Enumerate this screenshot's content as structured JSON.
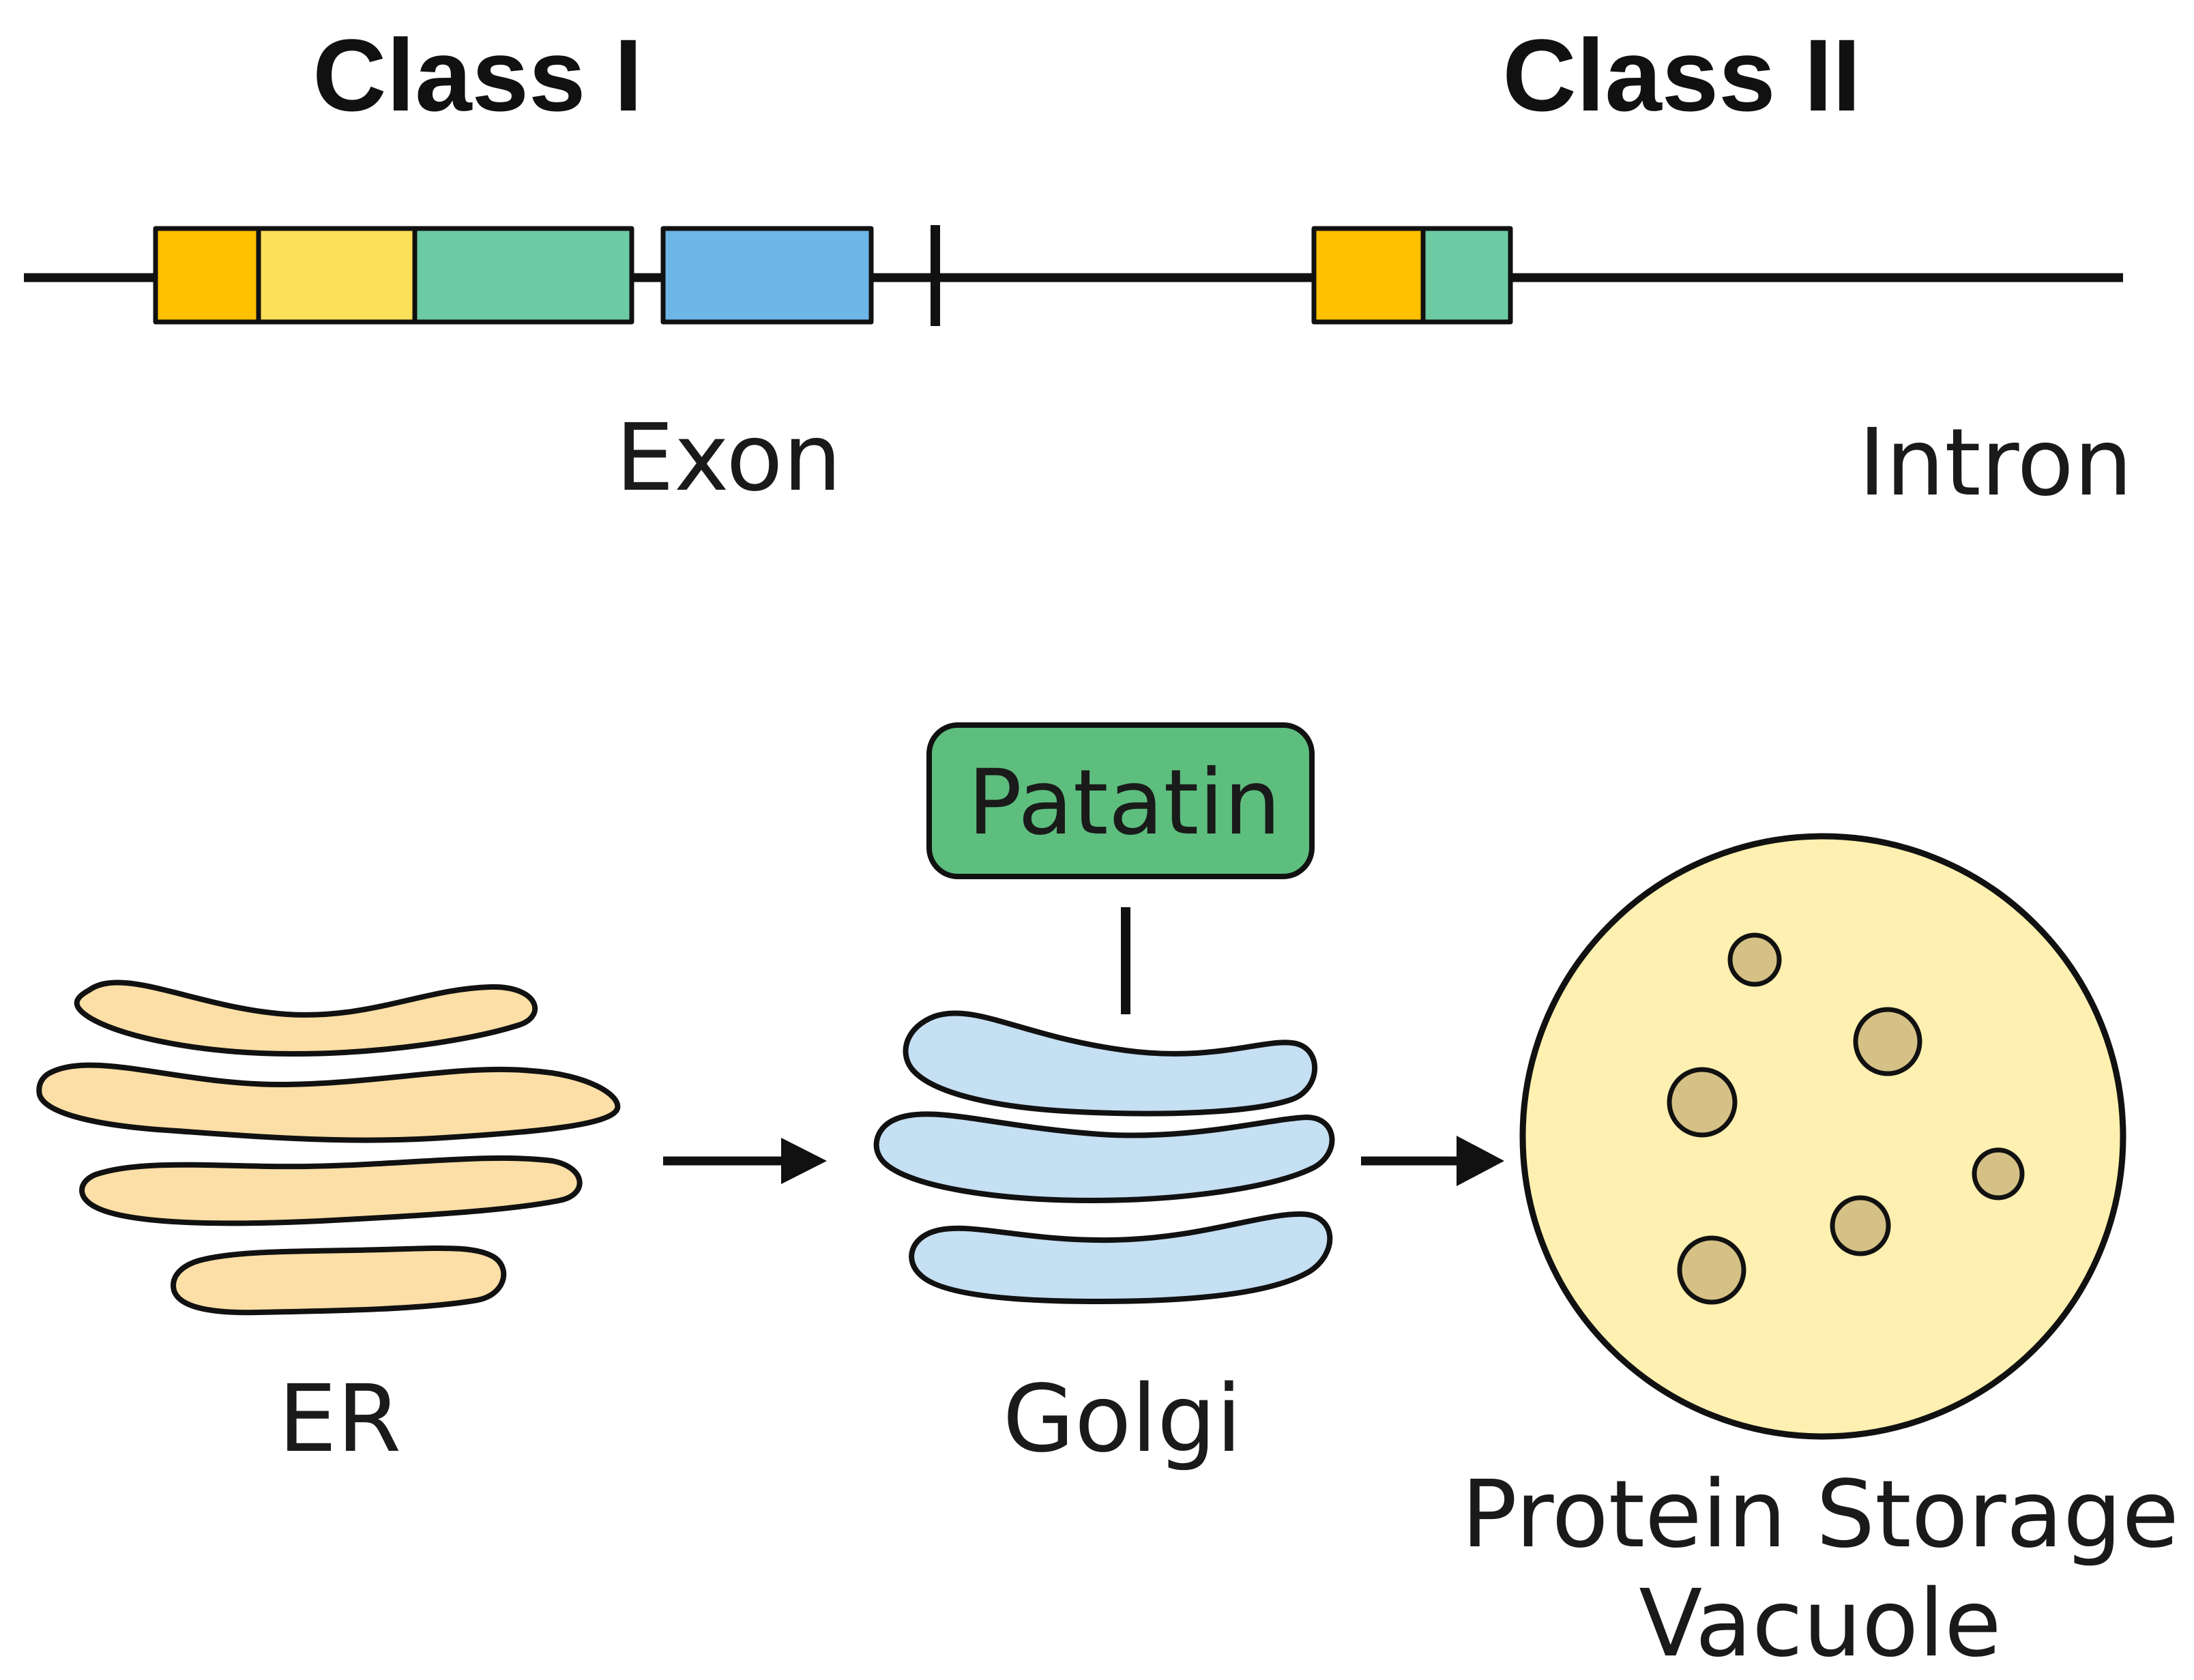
{
  "gene_structure": {
    "class_1_title": "Class I",
    "class_2_title": "Class II",
    "exon_label": "Exon",
    "intron_label": "Intron",
    "segment_colors": {
      "orange": "#FFC000",
      "yellow": "#FDE05A",
      "green": "#6DCBA4",
      "blue": "#6EB5E8"
    }
  },
  "pathway": {
    "patatin_label": "Patatin",
    "er_label": "ER",
    "golgi_label": "Golgi",
    "vacuole_label_line1": "Protein Storage",
    "vacuole_label_line2": "Vacuole",
    "colors": {
      "patatin_box": "#5DBE7E",
      "er": "#FCDFA6",
      "golgi": "#C5DFF3",
      "vacuole": "#FDF0B0",
      "vacuole_granules": "#D5C185"
    }
  }
}
